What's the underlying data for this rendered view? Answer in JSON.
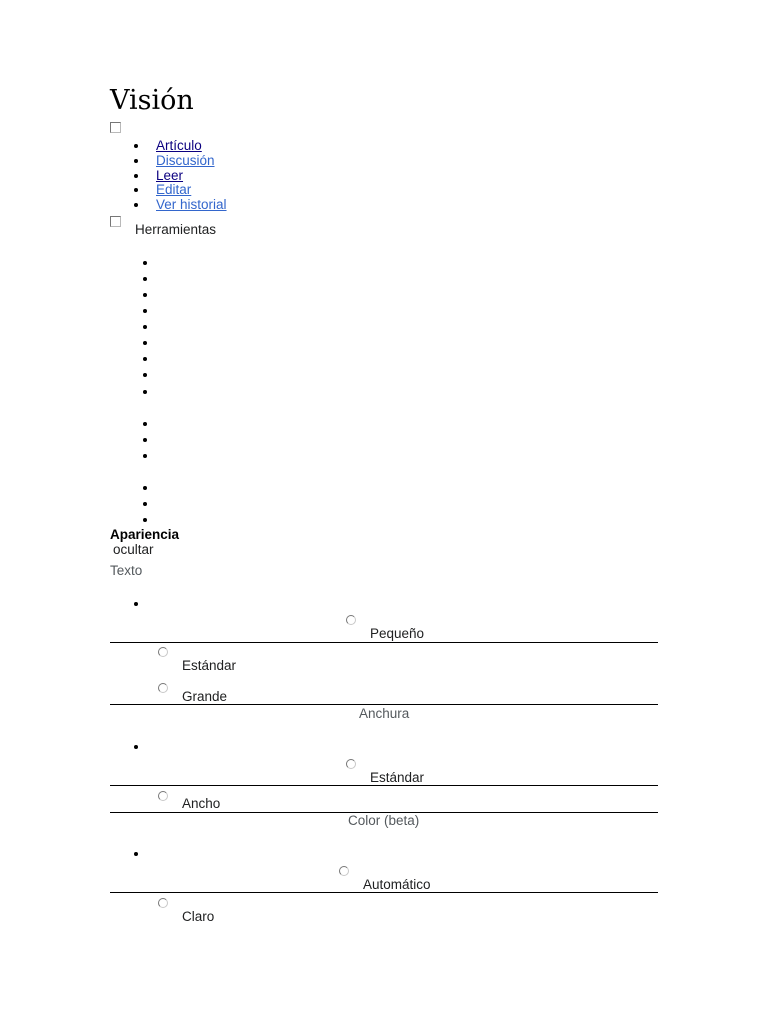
{
  "page": {
    "title": "Visión"
  },
  "namespaces": {
    "items": [
      {
        "label": "Artículo"
      },
      {
        "label": "Discusión"
      }
    ]
  },
  "views": {
    "items": [
      {
        "label": "Leer"
      },
      {
        "label": "Editar"
      },
      {
        "label": "Ver historial"
      }
    ]
  },
  "tools": {
    "label": "Herramientas"
  },
  "appearance": {
    "heading": "Apariencia",
    "hide_label": "ocultar",
    "text": {
      "label": "Texto",
      "options": [
        {
          "label": "Pequeño"
        },
        {
          "label": "Estándar"
        },
        {
          "label": "Grande"
        }
      ]
    },
    "width": {
      "label": "Anchura",
      "options": [
        {
          "label": "Estándar"
        },
        {
          "label": "Ancho"
        }
      ]
    },
    "color": {
      "label": "Color (beta)",
      "options": [
        {
          "label": "Automático"
        },
        {
          "label": "Claro"
        }
      ]
    }
  },
  "colors": {
    "link": "#3366cc",
    "link_visited": "#0b0080",
    "text": "#202122"
  }
}
